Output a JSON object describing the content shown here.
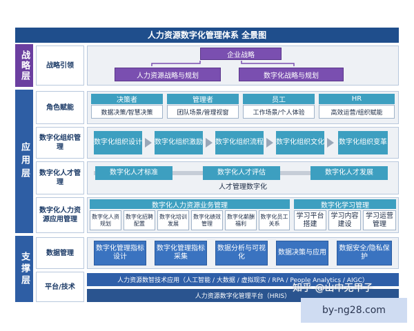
{
  "title": "人力资源数字化管理体系  全景图",
  "layers": {
    "strategy": "战略层",
    "application": "应用层",
    "support": "支撑层"
  },
  "rows": {
    "strategy_lead": "战略引领",
    "role_empower": "角色赋能",
    "org_mgmt": "数字化组织管理",
    "talent_mgmt": "数字化人才管理",
    "hr_app_mgmt": "数字化人力资源应用管理",
    "data_mgmt": "数据管理",
    "platform_tech": "平台/技术"
  },
  "strategy": {
    "top": "企业战略",
    "left": "人力资源战略与规划",
    "right": "数字化战略与规划"
  },
  "roles": [
    {
      "header": "决策者",
      "body": "数据决策/智慧决策"
    },
    {
      "header": "管理者",
      "body": "团队场景/管理视窗"
    },
    {
      "header": "员工",
      "body": "工作场景/个人体验"
    },
    {
      "header": "HR",
      "body": "高效运营/组织赋能"
    }
  ],
  "org_items": [
    "数字化组织设计",
    "数字化组织激励",
    "数字化组织流程",
    "数字化组织文化",
    "数字化组织变革"
  ],
  "talent": {
    "items": [
      "数字化人才标准",
      "数字化人才评估",
      "数字化人才发展"
    ],
    "caption": "人才管理数字化"
  },
  "hr_app": {
    "business_header": "数字化人力资源业务管理",
    "business_items": [
      "数字化人资规划",
      "数字化招聘配置",
      "数字化培训发展",
      "数字化绩效管理",
      "数字化薪酬福利",
      "数字化员工关系"
    ],
    "learning_header": "数字化学习管理",
    "learning_items": [
      "学习平台搭建",
      "学习内容建设",
      "学习运营管理"
    ]
  },
  "data_items": [
    "数字化管理指标设计",
    "数字化管理指标采集",
    "数据分析与可视化",
    "数据决策与应用",
    "数据安全/隐私保护"
  ],
  "platform": {
    "tech": "人力资源数智技术应用（人工智能 / 大数据 / 虚拟现实 / RPA / People Analytics / AIGC）",
    "hris": "人力资源数字化管理平台（HRIS）"
  },
  "watermarks": {
    "zhihu": "知乎 @山中无甲子",
    "site": "by-ng28.com"
  },
  "colors": {
    "title_bar": "#1f4e8c",
    "strategy_purple": "#6b3fa0",
    "teal": "#3d9fc0",
    "blue": "#3a73c0"
  }
}
